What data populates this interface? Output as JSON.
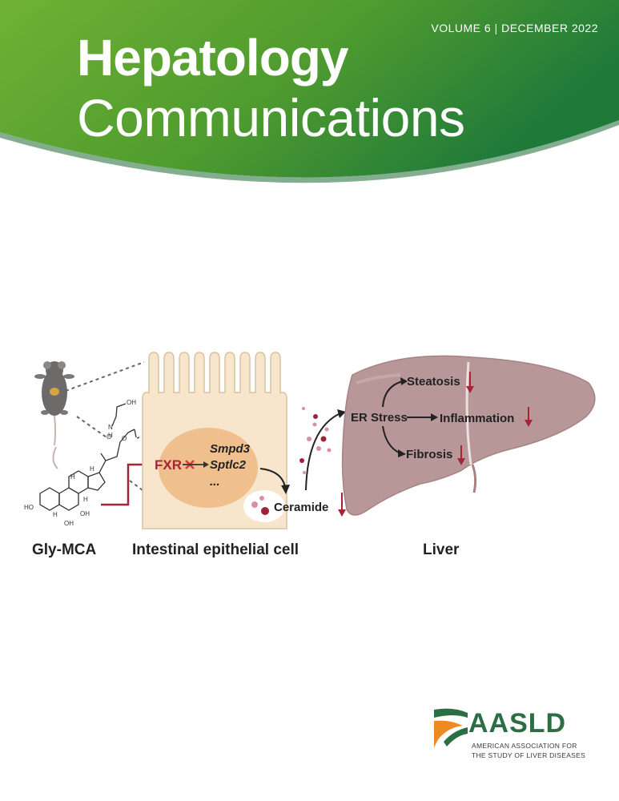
{
  "journal": {
    "issue_line": "VOLUME 6 | DECEMBER 2022",
    "title_line1": "Hepatology",
    "title_line2": "Communications"
  },
  "figure": {
    "gene_fxr": "FXR",
    "gene_smpd3": "Smpd3",
    "gene_sptlc2": "Sptlc2",
    "gene_ellipsis": "...",
    "ceramide": "Ceramide",
    "er_stress": "ER Stress",
    "steatosis": "Steatosis",
    "inflammation": "Inflammation",
    "fibrosis": "Fibrosis",
    "chem_cooh": "OH",
    "chem_o1": "O",
    "chem_n": "N",
    "chem_h1": "H",
    "chem_o2": "O",
    "chem_ho": "HO",
    "chem_h2": "H",
    "chem_h3": "H",
    "chem_oh1": "OH",
    "chem_oh2": "OH",
    "chem_h4": "H",
    "chem_h5": "H",
    "caption_gly": "Gly-MCA",
    "caption_intestinal": "Intestinal epithelial cell",
    "caption_liver": "Liver"
  },
  "logo": {
    "wordmark": "AASLD",
    "subtitle_line1": "AMERICAN ASSOCIATION FOR",
    "subtitle_line2": "THE STUDY OF LIVER DISEASES"
  },
  "colors": {
    "header_green_dark": "#1f7a3a",
    "header_green_light": "#6fb234",
    "inhibit_red": "#a32636",
    "cell_fill": "#f7e6cc",
    "nucleus_fill": "#efc08d",
    "liver_fill": "#b89798",
    "aasld_green": "#2c6e44",
    "aasld_orange": "#ef8a23"
  }
}
